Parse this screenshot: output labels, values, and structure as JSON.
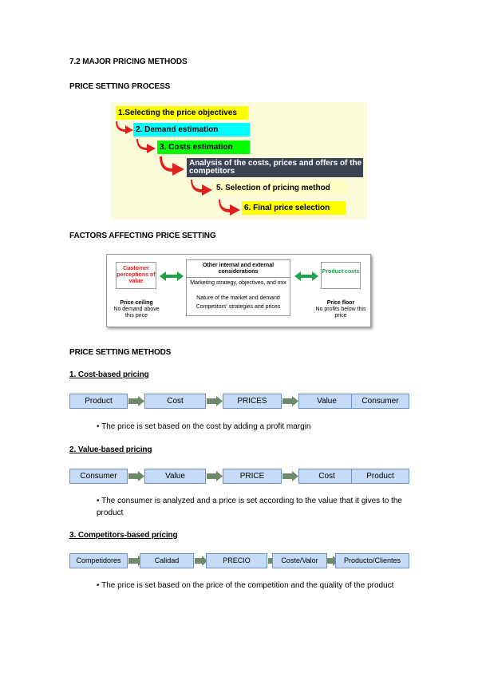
{
  "section_title": "7.2 MAJOR PRICING METHODS",
  "process_title": "PRICE SETTING PROCESS",
  "process_steps": [
    {
      "label": "1.Selecting the price objectives",
      "color": "#ffff00",
      "text_color": "#000000"
    },
    {
      "label": "2. Demand estimation",
      "color": "#00ffff",
      "text_color": "#000000"
    },
    {
      "label": "3. Costs estimation",
      "color": "#00ff00",
      "text_color": "#000000"
    },
    {
      "label": "Analysis of the costs, prices and offers of the competitors",
      "color": "#3b4252",
      "text_color": "#ffffff"
    },
    {
      "label": "5.  Selection of pricing method",
      "color": "#ffffc4",
      "text_color": "#000000"
    },
    {
      "label": "6. Final price selection",
      "color": "#ffff00",
      "text_color": "#000000"
    }
  ],
  "factors_title": "FACTORS AFFECTING PRICE SETTING",
  "factors": {
    "left_box": "Customer perceptions of value",
    "left_caption_title": "Price ceiling",
    "left_caption_text": "No demand above this price",
    "center_title": "Other internal and external considerations",
    "center_items": [
      "Marketing strategy, objectives, and mix",
      "Nature of the market and demand",
      "Competitors' strategies and prices"
    ],
    "right_box": "Product costs",
    "right_caption_title": "Price floor",
    "right_caption_text": "No profits below this price"
  },
  "methods_title": "PRICE SETTING METHODS",
  "methods": [
    {
      "title": "1. Cost-based pricing",
      "chain": [
        "Product",
        "Cost",
        "PRICES",
        "Value",
        "Consumer"
      ],
      "bullet": "• The price is set based on the cost by adding a profit margin"
    },
    {
      "title": "2. Value-based pricing",
      "chain": [
        "Consumer",
        "Value",
        "PRICE",
        "Cost",
        "Product"
      ],
      "bullet": "• The consumer is analyzed and a price is set according to the value that it gives to the product"
    },
    {
      "title": "3. Competitors-based pricing",
      "chain": [
        "Competidores",
        "Calidad",
        "PRECIO",
        "Coste/Valor",
        "Producto/Clientes"
      ],
      "bullet": "• The price is set based on the price of the competition and the quality of the product"
    }
  ]
}
